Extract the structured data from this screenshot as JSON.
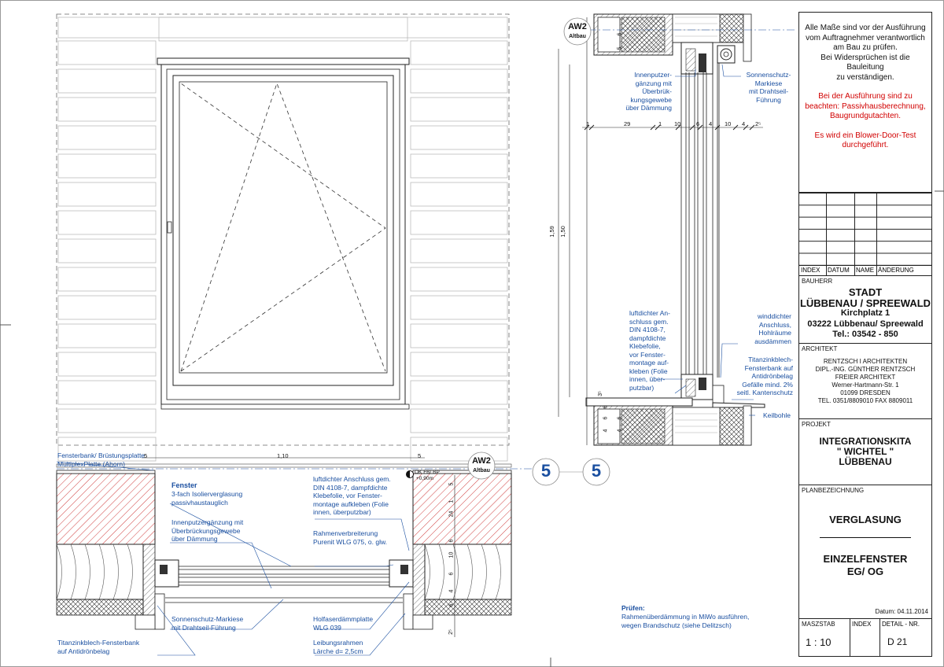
{
  "general_notes": {
    "black": [
      "Alle Maße sind vor der Ausführung",
      "vom Auftragnehmer verantwortlich",
      "am Bau zu prüfen.",
      "Bei Widersprüchen ist die",
      "Bauleitung",
      "zu verständigen."
    ],
    "red1": [
      "Bei der Ausführung sind zu",
      "beachten: Passivhausberechnung,",
      "Baugrundgutachten."
    ],
    "red2": [
      "Es wird ein Blower-Door-Test",
      "durchgeführt."
    ]
  },
  "revision_table": {
    "headers": [
      "INDEX",
      "DATUM",
      "NAME",
      "ÄNDERUNG"
    ]
  },
  "client": {
    "label": "BAUHERR",
    "lines": [
      "STADT",
      "LÜBBENAU / SPREEWALD",
      "Kirchplatz 1",
      "03222 Lübbenau/ Spreewald",
      "Tel.: 03542 - 850"
    ]
  },
  "architect": {
    "label": "ARCHITEKT",
    "lines": [
      "RENTZSCH I ARCHITEKTEN",
      "DIPL.-ING. GÜNTHER RENTZSCH",
      "FREIER ARCHITEKT",
      "Werner-Hartmann-Str. 1",
      "01099 DRESDEN",
      "TEL. 0351/8809010 FAX 8809011"
    ]
  },
  "project": {
    "label": "PROJEKT",
    "lines": [
      "INTEGRATIONSKITA",
      "\" WICHTEL \"",
      "LÜBBENAU"
    ]
  },
  "plan": {
    "label": "PLANBEZEICHNUNG",
    "title1": "VERGLASUNG",
    "title2_lines": [
      "EINZELFENSTER",
      "EG/ OG"
    ],
    "date": "Datum: 04.11.2014"
  },
  "footer": {
    "scale_label": "MASZSTAB",
    "scale_value": "1 : 10",
    "index_label": "INDEX",
    "detail_label": "DETAIL - NR.",
    "detail_value": "D 21"
  },
  "markers": {
    "aw2": "AW2",
    "altbau": "Altbau",
    "section_number": "5"
  },
  "section_annotations": {
    "innenputz": [
      "Innenputzer-",
      "gänzung mit",
      "Überbrük-",
      "kungsgewebe",
      "über Dämmung"
    ],
    "sonnenschutz": [
      "Sonnenschutz-",
      "Markiese",
      "mit Drahtseil-",
      "Führung"
    ],
    "luftdicht": [
      "luftdichter An-",
      "schluss gem.",
      "DIN 4108-7,",
      "dampfdichte",
      "Klebefolie,",
      "vor Fenster-",
      "montage auf-",
      "kleben (Folie",
      "innen, über-",
      "putzbar)"
    ],
    "winddicht": [
      "winddichter",
      "Anschluss,",
      "Hohlräume",
      "ausdämmen"
    ],
    "fensterbank": [
      "Titanzinkblech-",
      "Fensterbank auf",
      "Antidrönbelag",
      "Gefälle mind. 2%",
      "seitl. Kantenschutz"
    ],
    "keilbohle": "Keilbohle"
  },
  "section_dims": {
    "horizontal": [
      "1",
      "29",
      "1",
      "10",
      "6",
      "4",
      "10",
      "4",
      "2⁵"
    ],
    "vertical": [
      "1,59",
      "1,50"
    ],
    "left_small": [
      "5",
      "6",
      "6",
      "4",
      "6",
      "4",
      "6"
    ],
    "sill": "3⁵"
  },
  "plan_annotations": {
    "fensterbank_innen": [
      "Fensterbank/ Brüstungsplatte",
      "MultiplexPlatte (Ahorn)"
    ],
    "fenster_title": "Fenster",
    "fenster_desc": [
      "3-fach Isolierverglasung",
      "passivhaustauglich"
    ],
    "innenputz": [
      "Innenputzergänzung mit",
      "Überbrückungsgewebe",
      "über Dämmung"
    ],
    "sonnenschutz": [
      "Sonnenschutz-Markiese",
      "mit Drahtseil-Führung"
    ],
    "titanzink": [
      "Titanzinkblech-Fensterbank",
      "auf Antidrönbelag"
    ],
    "luftdicht": [
      "luftdichter Anschluss gem.",
      "DIN 4108-7, dampfdichte",
      "Klebefolie, vor Fenster-",
      "montage aufkleben (Folie",
      "innen, überputzbar)"
    ],
    "rahmen": [
      "Rahmenverbreiterung",
      "Purenit WLG 075, o. glw."
    ],
    "holzfaser": [
      "Holfaserdämmplatte",
      "WLG 039"
    ],
    "leibung": [
      "Leibungsrahmen",
      "Lärche d= 2,5cm"
    ],
    "pruefen_title": "Prüfen:",
    "pruefen": [
      "Rahmenüberdämmung in MiWo ausführen,",
      "wegen Brandschutz (siehe Delitzsch)"
    ],
    "ok_label": "OK FB/ BP",
    "ok_value": "+0,90m"
  },
  "plan_dims": {
    "width": "1,10",
    "left": "5",
    "right": "5",
    "vertical": [
      "5",
      "1",
      "24",
      "6",
      "10",
      "6",
      "4",
      "6",
      "2⁵"
    ]
  },
  "colors": {
    "line": "#1a1a1a",
    "annotation": "#1a4fa0",
    "red": "#d10000",
    "hatch_red": "#d04040",
    "marker": "#1a4fa0"
  }
}
